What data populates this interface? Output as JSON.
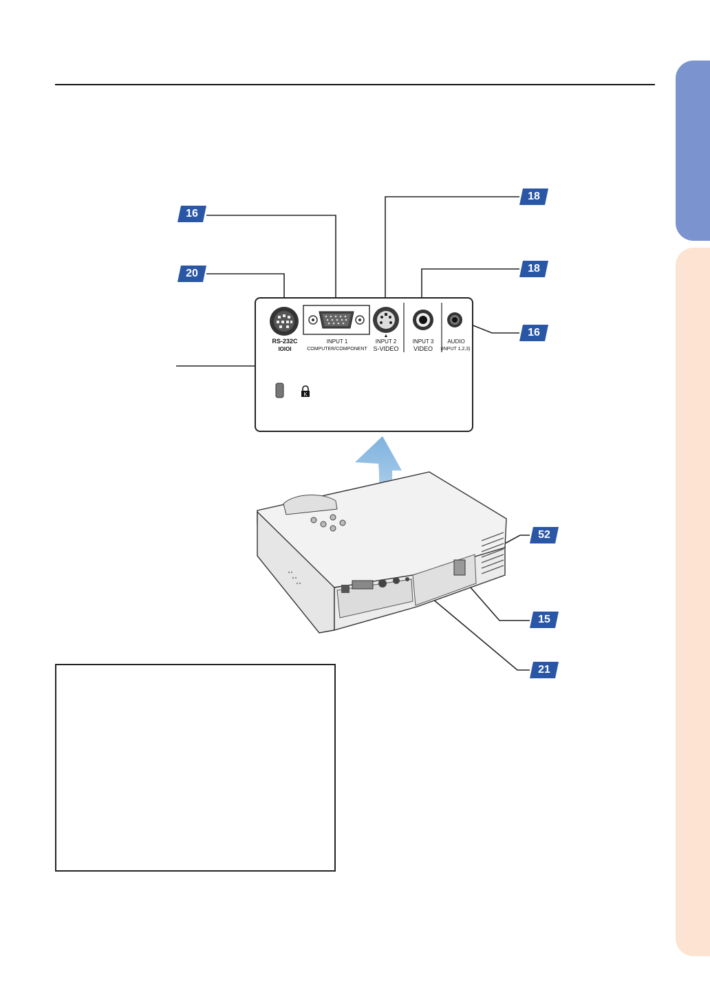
{
  "page_refs": {
    "input1_ref": "16",
    "rs232c_ref": "20",
    "svideo_ref": "18",
    "video_ref": "18",
    "audio_ref": "16",
    "vent_ref": "52",
    "power_ref": "15",
    "bottom_ref": "21"
  },
  "panel_labels": {
    "rs232c": "RS-232C",
    "rs232c_symbol": "IOIOI",
    "input1": "INPUT 1",
    "input1_sub": "COMPUTER/COMPONENT",
    "input2": "INPUT 2",
    "input2_sub": "S-VIDEO",
    "input3": "INPUT 3",
    "input3_sub": "VIDEO",
    "audio": "AUDIO",
    "audio_sub": "(INPUT 1,2,3)"
  },
  "colors": {
    "badge": "#2a56a6",
    "tab_top": "#7b93cf",
    "tab_bottom": "#fde3d2",
    "arrow": "#9ec8e8"
  }
}
